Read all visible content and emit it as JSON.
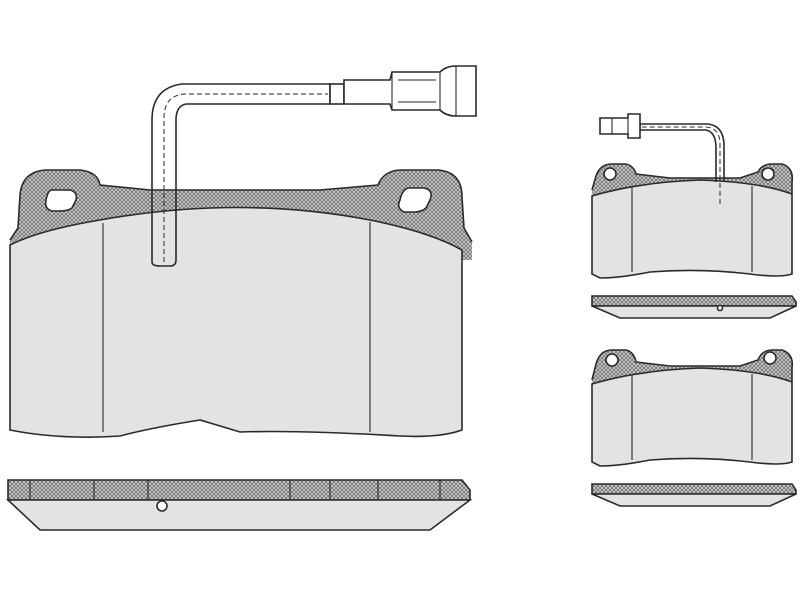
{
  "figure": {
    "background_color": "#ffffff",
    "line_color": "#2a2a2a",
    "friction_fill_color": "#e3e3e3",
    "backing_plate_pattern": "crosshatch",
    "views": [
      {
        "name": "large-pad-front-view",
        "has_wear_sensor": true
      },
      {
        "name": "large-pad-side-view",
        "has_wear_sensor": false
      },
      {
        "name": "small-pad-front-view",
        "has_wear_sensor": true
      },
      {
        "name": "small-pad-side-view",
        "has_wear_sensor": false
      },
      {
        "name": "small-pad-front-view-second",
        "has_wear_sensor": false
      },
      {
        "name": "small-pad-side-view-second",
        "has_wear_sensor": false
      }
    ]
  }
}
